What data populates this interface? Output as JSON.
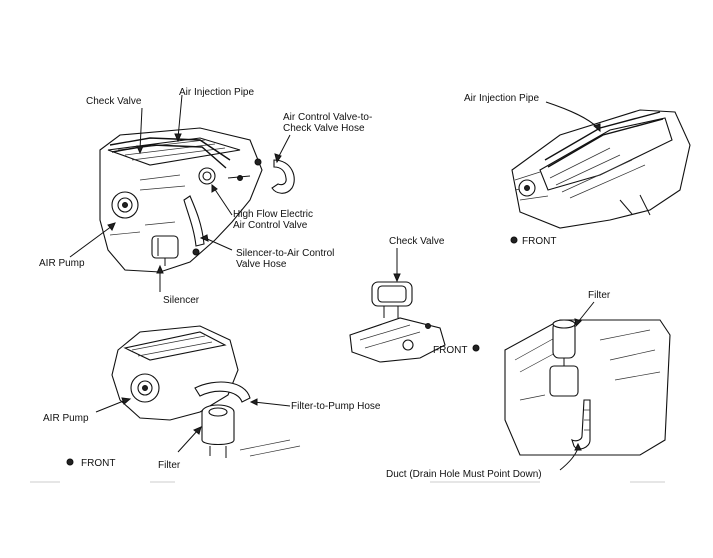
{
  "labels": {
    "top_left": {
      "check_valve": "Check Valve",
      "air_injection_pipe": "Air Injection Pipe",
      "acv_to_cv_hose_1": "Air Control Valve-to-",
      "acv_to_cv_hose_2": "Check Valve Hose",
      "high_flow_1": "High Flow Electric",
      "high_flow_2": "Air Control Valve",
      "silencer_hose_1": "Silencer-to-Air Control",
      "silencer_hose_2": "Valve Hose",
      "air_pump": "AIR Pump",
      "silencer": "Silencer"
    },
    "top_right": {
      "air_injection_pipe": "Air Injection Pipe",
      "front": "FRONT"
    },
    "middle": {
      "check_valve": "Check Valve",
      "front": "FRONT"
    },
    "bottom_left": {
      "air_pump": "AIR Pump",
      "filter_to_pump_hose": "Filter-to-Pump Hose",
      "front": "FRONT",
      "filter": "Filter"
    },
    "bottom_right": {
      "filter": "Filter",
      "duct": "Duct (Drain Hole Must Point Down)"
    }
  }
}
